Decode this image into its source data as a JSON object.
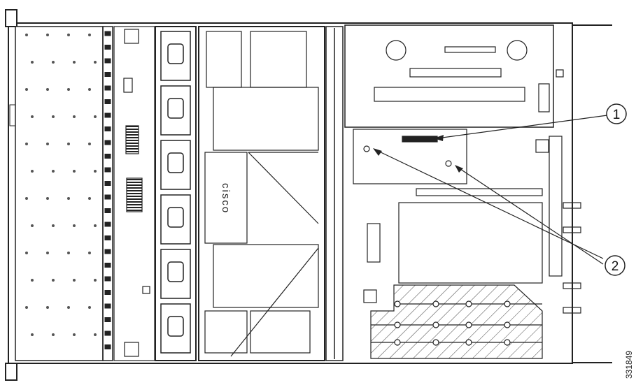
{
  "figure": {
    "id": "331849",
    "logo_text": "cisco",
    "callouts": [
      {
        "number": "1"
      },
      {
        "number": "2"
      }
    ]
  }
}
